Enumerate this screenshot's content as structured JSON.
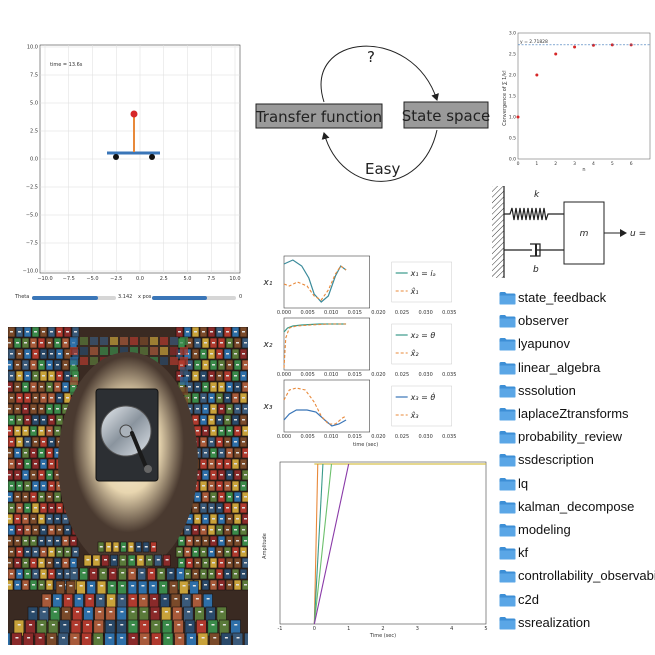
{
  "cartpole": {
    "time_label": "time = 13.6s",
    "axis_ticks": [
      "10.0",
      "7.5",
      "5.0",
      "2.5",
      "0.0",
      "−2.5",
      "−5.0",
      "−7.5",
      "−10.0"
    ],
    "x_ticks": [
      "−10.0",
      "−7.5",
      "−5.0",
      "−2.5",
      "0.0",
      "2.5",
      "5.0",
      "7.5",
      "10.0"
    ],
    "slider_theta_label": "Theta",
    "slider_theta_value": "3.142",
    "slider_theta_fraction": 0.78,
    "slider_xpos_label": "x pos",
    "slider_xpos_value": "0",
    "slider_xpos_fraction": 0.65
  },
  "tf_diagram": {
    "question": "?",
    "left_box": "Transfer function",
    "right_box": "State space",
    "easy": "Easy"
  },
  "convergence": {
    "ylabel": "Convergence of ∑ 1/k!",
    "annotation": "y = 2.71828",
    "y_ticks": [
      "3.0",
      "2.5",
      "2.0",
      "1.5",
      "1.0",
      "0.5",
      "0.0"
    ],
    "x_ticks": [
      "0",
      "1",
      "2",
      "3",
      "4",
      "5",
      "6"
    ],
    "xlabel": "n"
  },
  "spring": {
    "k": "k",
    "b": "b",
    "m": "m",
    "u": "u ="
  },
  "state_plot": {
    "y_labels": [
      "x₁",
      "x₂",
      "x₃"
    ],
    "legend": [
      {
        "solid": "x₁ = iₐ",
        "dashed": "x̂₁"
      },
      {
        "solid": "x₂ = θ",
        "dashed": "x̂₂"
      },
      {
        "solid": "x₃ = θ̇",
        "dashed": "x̂₃"
      }
    ],
    "x_ticks": [
      "0.000",
      "0.005",
      "0.010",
      "0.015",
      "0.020",
      "0.025",
      "0.030",
      "0.035"
    ],
    "xlabel": "time (sec)"
  },
  "step_plot": {
    "ylabel": "Amplitude",
    "xlabel": "Time (sec)",
    "x_ticks": [
      "-1",
      "0",
      "1",
      "2",
      "3",
      "4",
      "5"
    ]
  },
  "folders": [
    "state_feedback",
    "observer",
    "lyapunov",
    "linear_algebra",
    "sssolution",
    "laplaceZtransforms",
    "probability_review",
    "ssdescription",
    "lq",
    "kalman_decompose",
    "modeling",
    "kf",
    "controllability_observability",
    "c2d",
    "ssrealization"
  ],
  "colors": {
    "folder": "#3d8fd6",
    "teal": "#3a9a8a",
    "orange": "#e8893a",
    "blue": "#3a76b8"
  },
  "chart_data": [
    {
      "type": "scatter",
      "ylabel": "Convergence of ∑ 1/k!",
      "xlabel": "n",
      "x": [
        0,
        1,
        2,
        3,
        4,
        5,
        6
      ],
      "y": [
        1.0,
        2.0,
        2.5,
        2.667,
        2.708,
        2.717,
        2.718
      ],
      "xlim": [
        0,
        7
      ],
      "ylim": [
        0,
        3.0
      ],
      "annotation": "y = 2.71828"
    },
    {
      "type": "line",
      "xlabel": "Time (sec)",
      "ylabel": "Amplitude",
      "xlim": [
        -1,
        5
      ],
      "series": [
        {
          "color": "#e8893a",
          "x": [
            0,
            0.1
          ],
          "y": [
            0,
            1
          ]
        },
        {
          "color": "#3a9a8a",
          "x": [
            0,
            0.25
          ],
          "y": [
            0,
            1
          ]
        },
        {
          "color": "#6cc06c",
          "x": [
            0,
            0.5
          ],
          "y": [
            0,
            1
          ]
        },
        {
          "color": "#8a3aa8",
          "x": [
            0,
            1.0
          ],
          "y": [
            0,
            1
          ]
        }
      ],
      "final_value": 1.0,
      "final_color": "#d6c04a"
    }
  ]
}
